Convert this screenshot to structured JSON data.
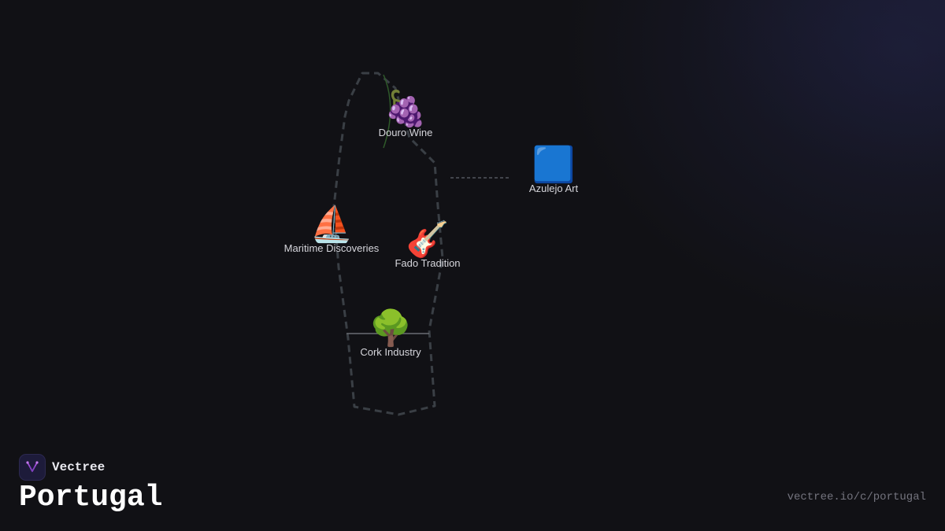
{
  "brand": {
    "name": "Vectree",
    "logo_icon": "vectree-logo-icon"
  },
  "page": {
    "title": "Portugal",
    "url": "vectree.io/c/portugal"
  },
  "colors": {
    "background": "#111115",
    "border_dash": "#3a3f45",
    "label": "#d6d6dc",
    "brand_accent": "#a24fd9"
  },
  "map": {
    "region": "Portugal",
    "points": [
      {
        "id": "douro-wine",
        "label": "Douro Wine",
        "icon": "grapes-icon",
        "emoji": "🍇"
      },
      {
        "id": "azulejo-art",
        "label": "Azulejo Art",
        "icon": "blue-square-icon",
        "emoji": "🟦"
      },
      {
        "id": "maritime-discoveries",
        "label": "Maritime Discoveries",
        "icon": "sailboat-icon",
        "emoji": "⛵"
      },
      {
        "id": "fado-tradition",
        "label": "Fado Tradition",
        "icon": "guitar-icon",
        "emoji": "🎸"
      },
      {
        "id": "cork-industry",
        "label": "Cork Industry",
        "icon": "tree-icon",
        "emoji": "🌳"
      }
    ]
  }
}
